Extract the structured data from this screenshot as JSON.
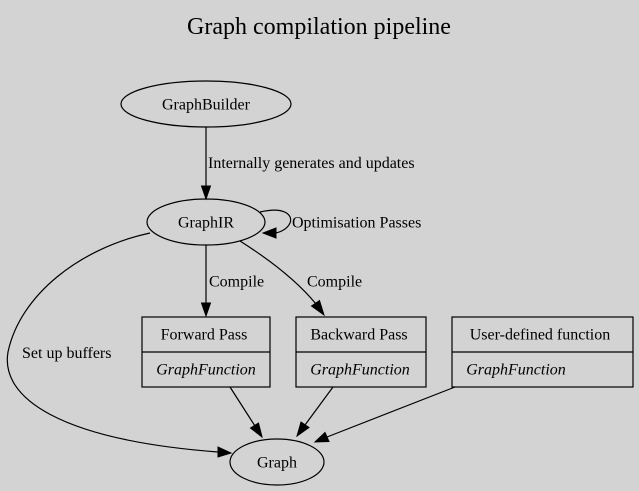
{
  "title": "Graph compilation pipeline",
  "nodes": {
    "graph_builder": {
      "label": "GraphBuilder"
    },
    "graph_ir": {
      "label": "GraphIR"
    },
    "forward_pass": {
      "label": "Forward Pass",
      "type": "GraphFunction"
    },
    "backward_pass": {
      "label": "Backward Pass",
      "type": "GraphFunction"
    },
    "user_function": {
      "label": "User-defined function",
      "type": "GraphFunction"
    },
    "graph": {
      "label": "Graph"
    }
  },
  "edges": {
    "builder_to_ir": "Internally generates and updates",
    "ir_self_loop": "Optimisation Passes",
    "ir_to_forward": "Compile",
    "ir_to_backward": "Compile",
    "ir_to_graph": "Set up buffers"
  },
  "colors": {
    "background": "#d3d3d3",
    "stroke": "#000000"
  }
}
